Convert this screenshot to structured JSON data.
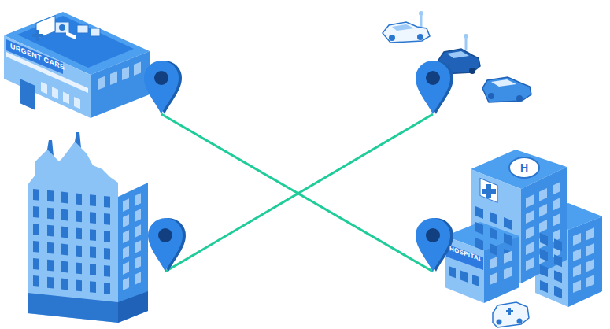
{
  "diagram": {
    "nodes": [
      {
        "text": [
          "URGENT CARE"
        ]
      },
      {
        "text": [
          "HOSPITAL"
        ]
      }
    ],
    "edges": [
      {
        "from": 0,
        "to": 1,
        "arrow": "none"
      }
    ],
    "labels": [
      "H"
    ]
  }
}
